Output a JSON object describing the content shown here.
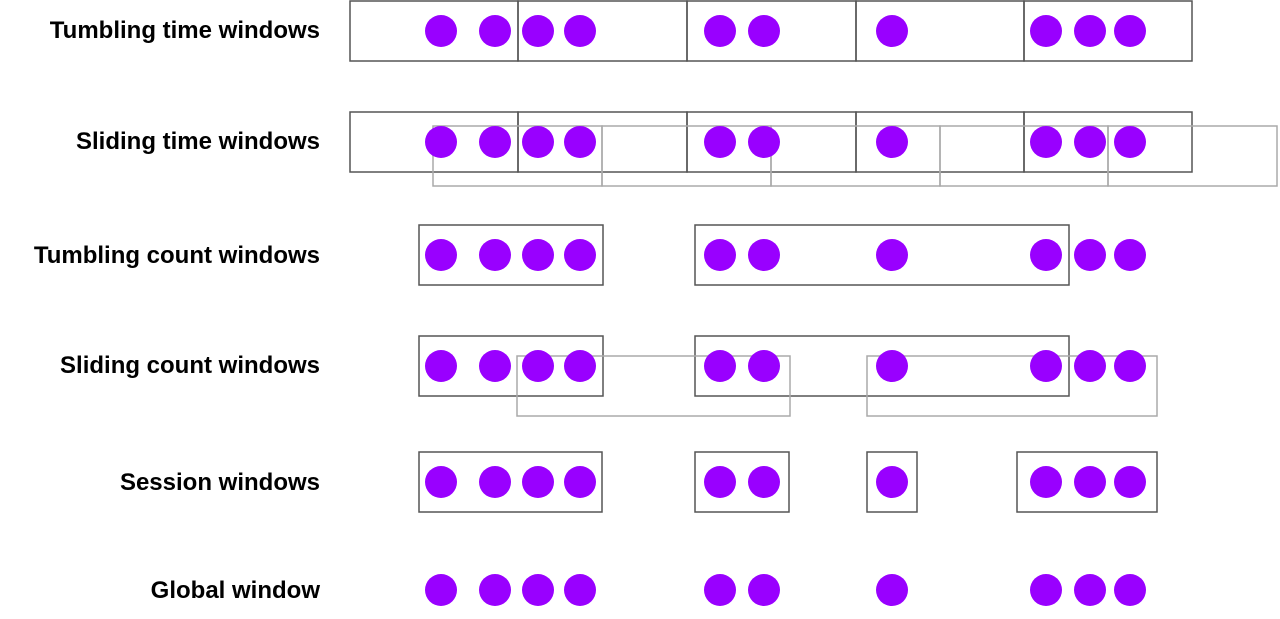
{
  "diagram": {
    "event_color": "#9900FF",
    "primary_window_color": "#555555",
    "secondary_window_color": "#AAAAAA",
    "rows": [
      {
        "id": "tumbling-time-windows",
        "label": "Tumbling time windows",
        "events_shown": true,
        "window_sets": [
          "tumbling-time"
        ]
      },
      {
        "id": "sliding-time-windows",
        "label": "Sliding time windows",
        "events_shown": true,
        "window_sets": [
          "tumbling-time",
          "sliding-time-offset"
        ]
      },
      {
        "id": "tumbling-count-windows",
        "label": "Tumbling count windows",
        "events_shown": true,
        "window_sets": [
          "tumbling-count"
        ]
      },
      {
        "id": "sliding-count-windows",
        "label": "Sliding count windows",
        "events_shown": true,
        "window_sets": [
          "tumbling-count",
          "sliding-count-offset"
        ]
      },
      {
        "id": "session-windows",
        "label": "Session windows",
        "events_shown": true,
        "window_sets": [
          "session"
        ]
      },
      {
        "id": "global-window",
        "label": "Global window",
        "events_shown": true,
        "window_sets": []
      }
    ]
  }
}
